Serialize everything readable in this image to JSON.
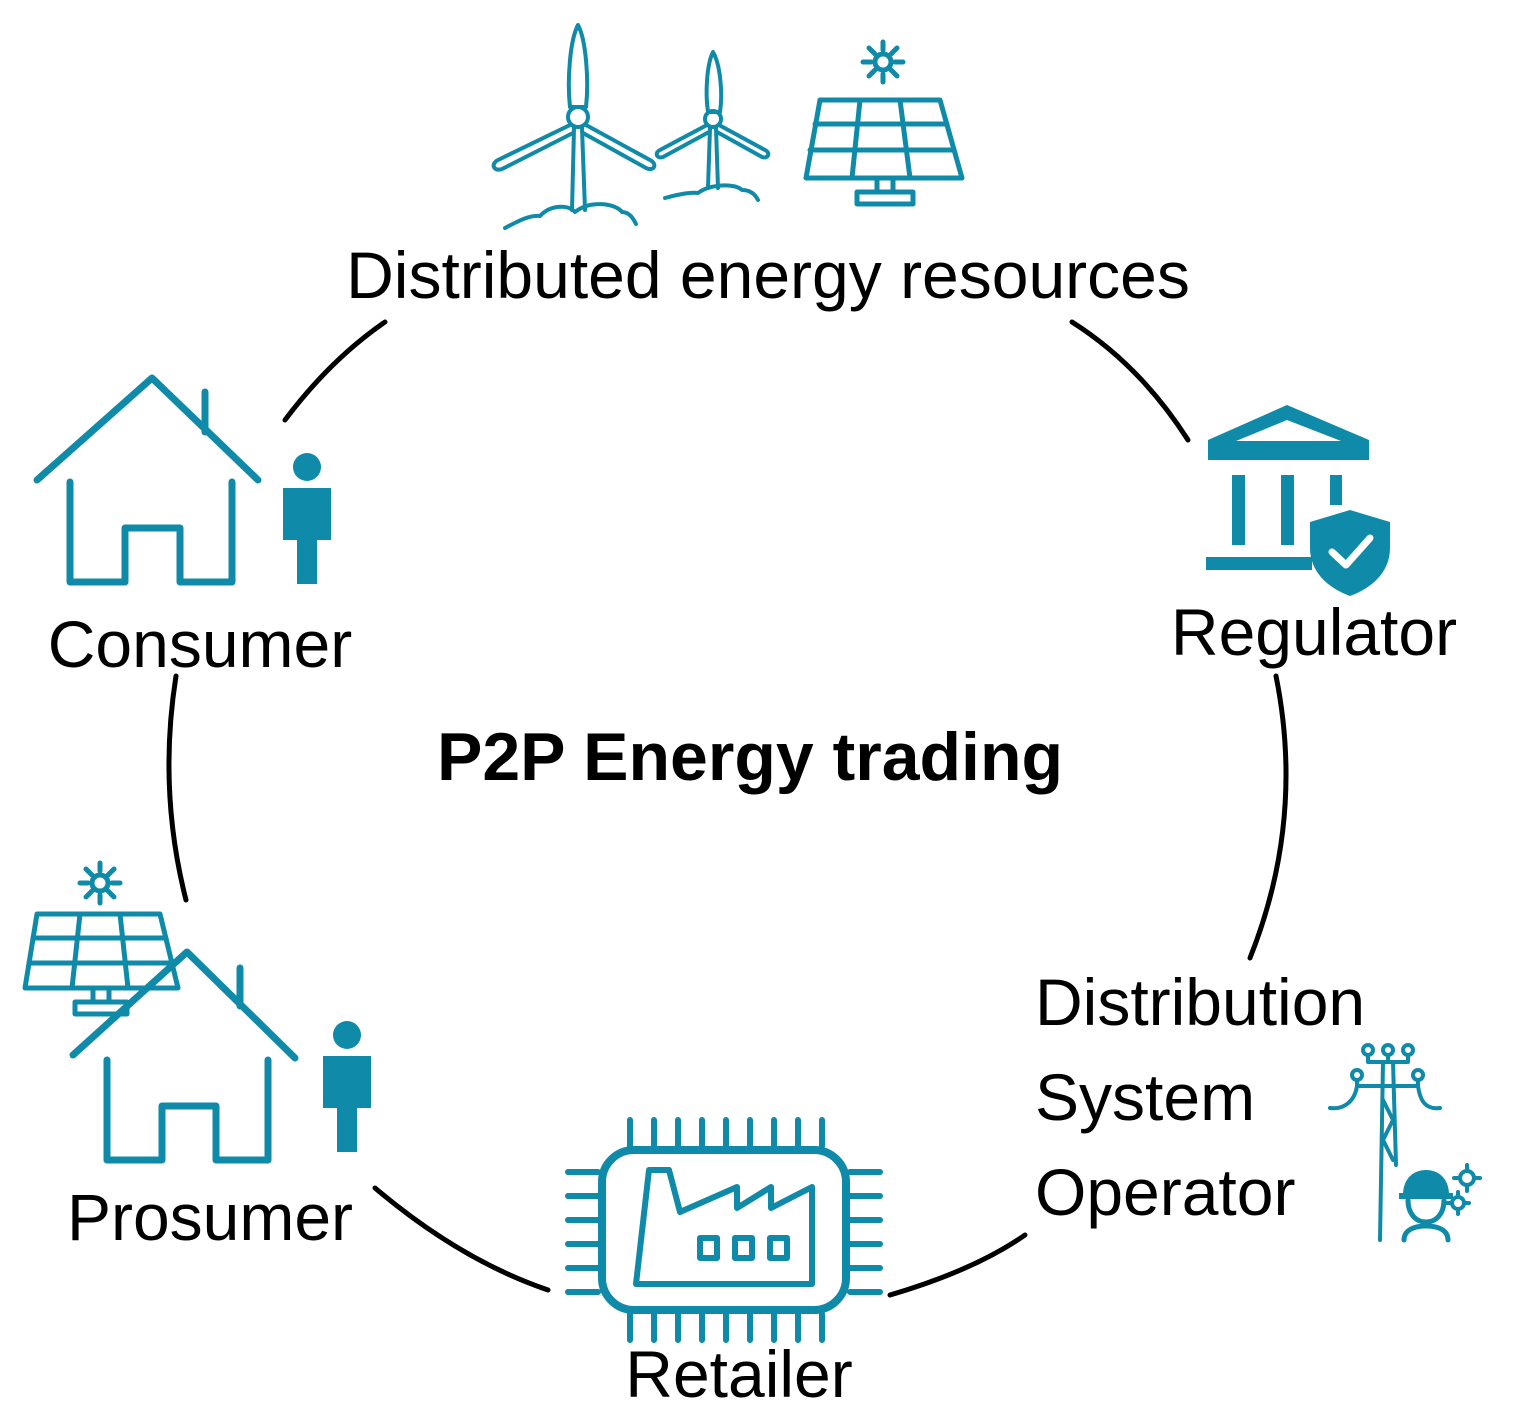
{
  "title": "P2P Energy trading",
  "nodes": {
    "der": "Distributed energy resources",
    "regulator": "Regulator",
    "dso": [
      "Distribution",
      "System",
      "Operator"
    ],
    "retailer": "Retailer",
    "prosumer": "Prosumer",
    "consumer": "Consumer"
  },
  "icons": {
    "der": [
      "wind-turbine-icon",
      "wind-turbine-icon",
      "solar-panel-icon"
    ],
    "regulator": [
      "government-building-icon",
      "shield-check-icon"
    ],
    "dso": [
      "power-pole-icon",
      "worker-gears-icon"
    ],
    "retailer": [
      "chip-factory-icon"
    ],
    "prosumer": [
      "solar-panel-icon",
      "house-icon",
      "person-icon"
    ],
    "consumer": [
      "house-icon",
      "person-icon"
    ]
  },
  "colors": {
    "icon": "#0f8aa8",
    "text": "#000000",
    "connector": "#000000"
  }
}
